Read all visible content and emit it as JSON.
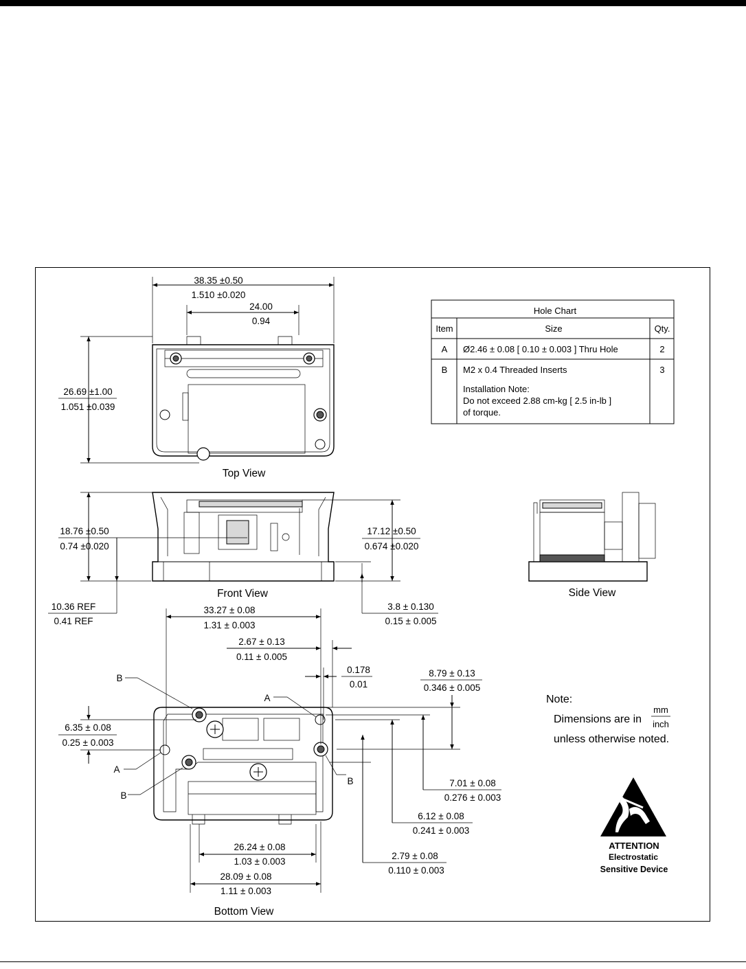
{
  "hole_chart": {
    "title": "Hole Chart",
    "headers": {
      "item": "Item",
      "size": "Size",
      "qty": "Qty."
    },
    "rows": [
      {
        "item": "A",
        "size": "Ø2.46 ± 0.08 [ 0.10 ± 0.003 ] Thru Hole",
        "qty": "2"
      },
      {
        "item": "B",
        "size": "M2 x 0.4 Threaded Inserts",
        "qty": "3"
      }
    ],
    "installation_note": [
      "Installation Note:",
      "Do not exceed 2.88 cm-kg [ 2.5 in-lb ]",
      "of torque."
    ]
  },
  "views": {
    "top": "Top View",
    "front": "Front View",
    "side": "Side View",
    "bottom": "Bottom View"
  },
  "dimensions": {
    "top_width": {
      "mm": "38.35 ±0.50",
      "inch": "1.510 ±0.020"
    },
    "top_tab_span": {
      "mm": "24.00",
      "inch": "0.94"
    },
    "top_height": {
      "mm": "26.69 ±1.00",
      "inch": "1.051 ±0.039"
    },
    "front_height": {
      "mm": "18.76 ±0.50",
      "inch": "0.74 ±0.020"
    },
    "front_right_height": {
      "mm": "17.12 ±0.50",
      "inch": "0.674 ±0.020"
    },
    "front_ref": {
      "mm": "10.36 REF",
      "inch": "0.41 REF"
    },
    "front_base": {
      "mm": "3.8 ± 0.130",
      "inch": "0.15 ± 0.005"
    },
    "bottom_width": {
      "mm": "33.27 ± 0.08",
      "inch": "1.31 ± 0.003"
    },
    "bottom_a_offset": {
      "mm": "2.67 ± 0.13",
      "inch": "0.11 ± 0.005"
    },
    "bottom_small": {
      "mm": "0.178",
      "inch": "0.01"
    },
    "bottom_879": {
      "mm": "8.79 ± 0.13",
      "inch": "0.346 ± 0.005"
    },
    "bottom_635": {
      "mm": "6.35 ± 0.08",
      "inch": "0.25 ± 0.003"
    },
    "bottom_701": {
      "mm": "7.01 ± 0.08",
      "inch": "0.276 ± 0.003"
    },
    "bottom_612": {
      "mm": "6.12 ± 0.08",
      "inch": "0.241 ± 0.003"
    },
    "bottom_279": {
      "mm": "2.79 ± 0.08",
      "inch": "0.110 ± 0.003"
    },
    "bottom_2624": {
      "mm": "26.24 ± 0.08",
      "inch": "1.03 ± 0.003"
    },
    "bottom_2809": {
      "mm": "28.09 ± 0.08",
      "inch": "1.11 ± 0.003"
    }
  },
  "callouts": {
    "a": "A",
    "b": "B"
  },
  "note": {
    "title": "Note:",
    "line1": "Dimensions are in",
    "unit_top": "mm",
    "unit_bottom": "inch",
    "line2": "unless otherwise noted."
  },
  "esd": {
    "line1": "ATTENTION",
    "line2": "Electrostatic",
    "line3": "Sensitive Device"
  }
}
